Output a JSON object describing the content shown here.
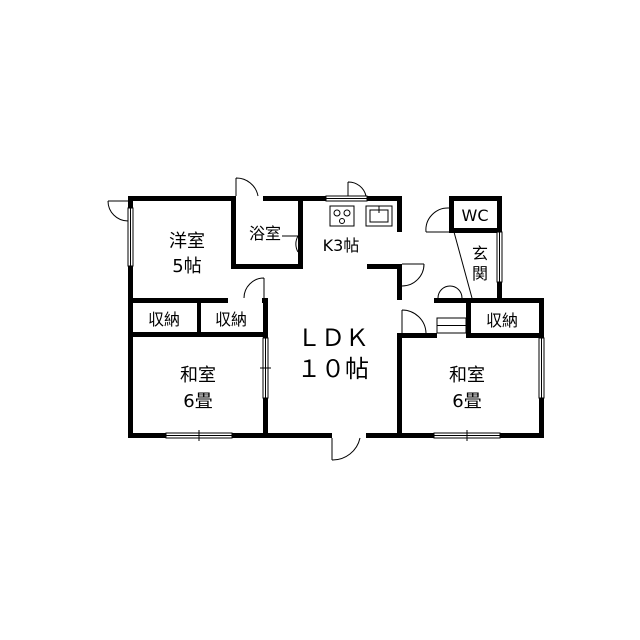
{
  "rooms": {
    "yoshitsu": {
      "name": "洋室",
      "size": "5帖"
    },
    "bath": {
      "name": "浴室"
    },
    "kitchen": {
      "name": "K3帖"
    },
    "wc": {
      "name": "WC"
    },
    "genkan": {
      "line1": "玄",
      "line2": "関"
    },
    "storage_1": {
      "name": "収納"
    },
    "storage_2": {
      "name": "収納"
    },
    "storage_3": {
      "name": "収納"
    },
    "ldk": {
      "name": "ＬＤＫ",
      "size": "１０帖"
    },
    "washitsu_left": {
      "name": "和室",
      "size": "6畳"
    },
    "washitsu_right": {
      "name": "和室",
      "size": "6畳"
    }
  },
  "icons": {
    "sink": "kitchen-sink-icon",
    "stove": "gas-stove-icon",
    "door": "door-swing-icon",
    "window": "sliding-window-icon",
    "stairs": "entrance-step-icon"
  },
  "colors": {
    "wall": "#000000",
    "background": "#ffffff"
  }
}
